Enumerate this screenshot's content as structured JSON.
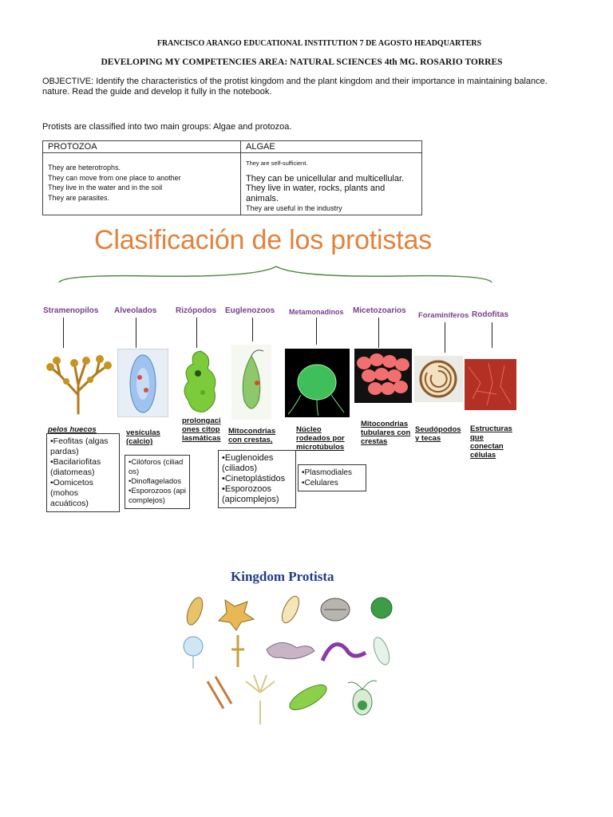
{
  "header": {
    "line1": "FRANCISCO ARANGO EDUCATIONAL INSTITUTION 7 DE AGOSTO HEADQUARTERS",
    "line2": "DEVELOPING MY COMPETENCIES AREA: NATURAL SCIENCES 4th MG. ROSARIO TORRES"
  },
  "objective": "OBJECTIVE: Identify the characteristics of the protist kingdom and the plant kingdom and their importance in maintaining balance. nature. Read the guide and develop it fully in the notebook.",
  "intro": "Protists are classified into two main groups: Algae and protozoa.",
  "table": {
    "headers": [
      "PROTOZOA",
      "ALGAE"
    ],
    "protozoa": [
      "They are heterotrophs.",
      "They can move from one place to another",
      "They live in the water and in the soil",
      "They are parasites."
    ],
    "algae": [
      "They are self-sufficient.",
      "They can be unicellular and multicellular.",
      "They live in water, rocks, plants and animals.",
      "They are useful in the industry"
    ]
  },
  "classification": {
    "title": "Clasificación de los protistas",
    "groups": [
      "Stramenopilos",
      "Alveolados",
      "Rizópodos",
      "Euglenozoos",
      "Metamonadinos",
      "Micetozoarios",
      "Foraminíferos",
      "Rodofitas"
    ],
    "captions": {
      "stramenopilos": "pelos huecos",
      "alveolados": "vesículas (calcio)",
      "rizopodos": "prolongaciones citoplasmáticas",
      "euglenozoos": "Mitocondrias con crestas,",
      "metamonadinos": "Núcleo rodeados por microtúbulos",
      "micetozoarios": "Mitocondrias tubulares con crestas",
      "foraminiferos": "Seudópodos y tecas",
      "rodofitas": "Estructuras que conectan células"
    },
    "boxes": {
      "stramenopilos": [
        "•Feofitas (algas pardas)",
        "•Bacilariofitas (diatomeas)",
        "•Oomicetos (mohos acuáticos)"
      ],
      "alveolados": [
        "•Cilóforos (ciliados)",
        "•Dinoflagelados",
        "•Esporozoos (apicomplejos)"
      ],
      "euglenozoos": [
        "•Euglenoides (ciliados)",
        "•Cinetoplástidos",
        "•Esporozoos (apicomplejos)"
      ],
      "micetozoarios": [
        "•Plasmodiales",
        "•Celulares"
      ]
    }
  },
  "kingdom": {
    "title": "Kingdom Protista"
  },
  "colors": {
    "title_orange": "#e2823a",
    "group_purple": "#7a3e8e",
    "kingdom_blue": "#1f3c8a",
    "brace_green": "#4f8a3a"
  }
}
